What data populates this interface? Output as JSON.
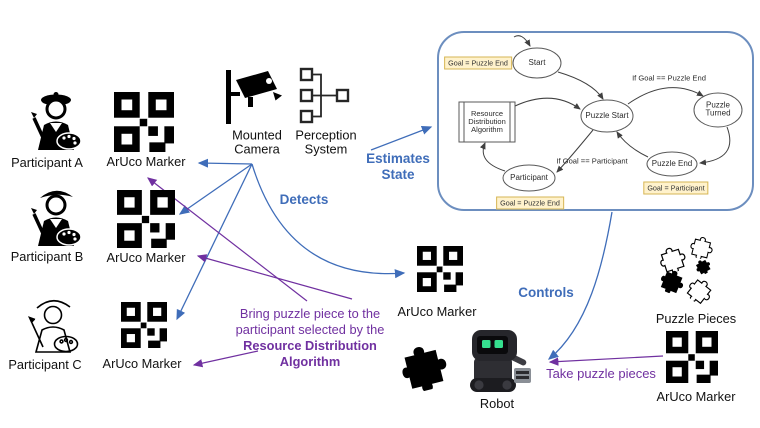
{
  "colors": {
    "annotation_blue": "#3F6DB9",
    "annotation_purple": "#7030A0",
    "state_box_border": "#6C8EBF",
    "note_bg": "#FFF2CC",
    "note_border": "#D6B656"
  },
  "participants": [
    {
      "label": "Participant A",
      "marker": "ArUco Marker"
    },
    {
      "label": "Participant B",
      "marker": "ArUco Marker"
    },
    {
      "label": "Participant C",
      "marker": "ArUco Marker"
    }
  ],
  "sensing": {
    "camera_label": "Mounted Camera",
    "perception_label": "Perception System"
  },
  "annotations": {
    "estimates": "Estimates State",
    "detects": "Detects",
    "controls": "Controls",
    "bring_normal": "Bring puzzle piece to the participant selected by the ",
    "bring_bold": "Resource Distribution Algorithm",
    "take": "Take puzzle pieces"
  },
  "state_machine": {
    "states": {
      "start": "Start",
      "puzzle_start": "Puzzle Start",
      "puzzle_turned": "Puzzle Turned",
      "puzzle_end": "Puzzle End",
      "participant": "Participant",
      "algorithm": "Resource Distribution Algorithm"
    },
    "edge_labels": {
      "to_turned": "If Goal == Puzzle End",
      "to_participant": "If Goal == Participant"
    },
    "notes": {
      "start_goal": "Goal = Puzzle End",
      "end_goal": "Goal = Participant",
      "participant_goal": "Goal = Puzzle End"
    }
  },
  "center": {
    "marker_label": "ArUco Marker",
    "robot_label": "Robot"
  },
  "right_side": {
    "puzzles_label": "Puzzle Pieces",
    "marker_label": "ArUco Marker"
  }
}
